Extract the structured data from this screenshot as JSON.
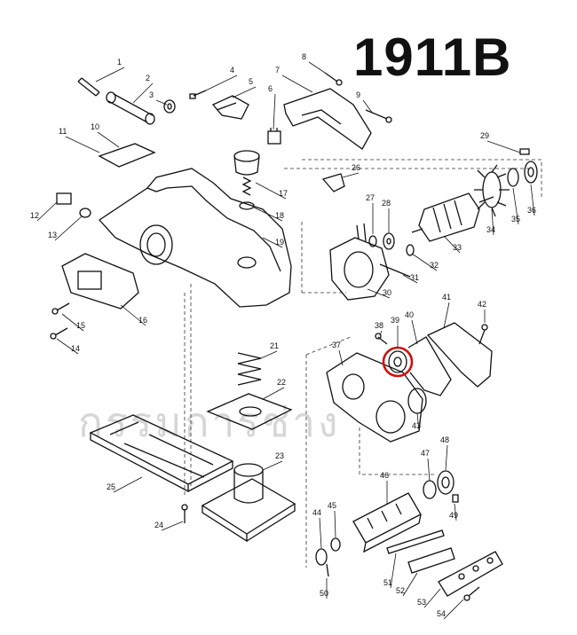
{
  "model": "1911B",
  "watermark": "กรรมการช่าง",
  "highlight_color": "#cc1111",
  "callouts": [
    {
      "id": "1",
      "label": "1"
    },
    {
      "id": "2",
      "label": "2"
    },
    {
      "id": "3",
      "label": "3"
    },
    {
      "id": "4",
      "label": "4"
    },
    {
      "id": "5",
      "label": "5"
    },
    {
      "id": "6",
      "label": "6"
    },
    {
      "id": "7",
      "label": "7"
    },
    {
      "id": "8",
      "label": "8"
    },
    {
      "id": "9",
      "label": "9"
    },
    {
      "id": "10",
      "label": "10"
    },
    {
      "id": "11",
      "label": "11"
    },
    {
      "id": "12",
      "label": "12"
    },
    {
      "id": "13",
      "label": "13"
    },
    {
      "id": "14",
      "label": "14"
    },
    {
      "id": "15",
      "label": "15"
    },
    {
      "id": "16",
      "label": "16"
    },
    {
      "id": "17",
      "label": "17"
    },
    {
      "id": "18",
      "label": "18"
    },
    {
      "id": "19",
      "label": "19"
    },
    {
      "id": "21",
      "label": "21"
    },
    {
      "id": "22",
      "label": "22"
    },
    {
      "id": "23",
      "label": "23"
    },
    {
      "id": "24",
      "label": "24"
    },
    {
      "id": "25",
      "label": "25"
    },
    {
      "id": "26",
      "label": "26"
    },
    {
      "id": "27",
      "label": "27"
    },
    {
      "id": "28",
      "label": "28"
    },
    {
      "id": "29",
      "label": "29"
    },
    {
      "id": "30",
      "label": "30"
    },
    {
      "id": "31",
      "label": "31"
    },
    {
      "id": "32",
      "label": "32"
    },
    {
      "id": "33",
      "label": "33"
    },
    {
      "id": "34",
      "label": "34"
    },
    {
      "id": "35",
      "label": "35"
    },
    {
      "id": "36",
      "label": "36"
    },
    {
      "id": "37",
      "label": "37"
    },
    {
      "id": "38",
      "label": "38"
    },
    {
      "id": "39",
      "label": "39"
    },
    {
      "id": "40",
      "label": "40"
    },
    {
      "id": "41",
      "label": "41"
    },
    {
      "id": "42",
      "label": "42"
    },
    {
      "id": "43",
      "label": "43"
    },
    {
      "id": "44",
      "label": "44"
    },
    {
      "id": "45",
      "label": "45"
    },
    {
      "id": "46",
      "label": "46"
    },
    {
      "id": "47",
      "label": "47"
    },
    {
      "id": "48",
      "label": "48"
    },
    {
      "id": "49",
      "label": "49"
    },
    {
      "id": "50",
      "label": "50"
    },
    {
      "id": "51",
      "label": "51"
    },
    {
      "id": "52",
      "label": "52"
    },
    {
      "id": "53",
      "label": "53"
    },
    {
      "id": "54",
      "label": "54"
    }
  ]
}
